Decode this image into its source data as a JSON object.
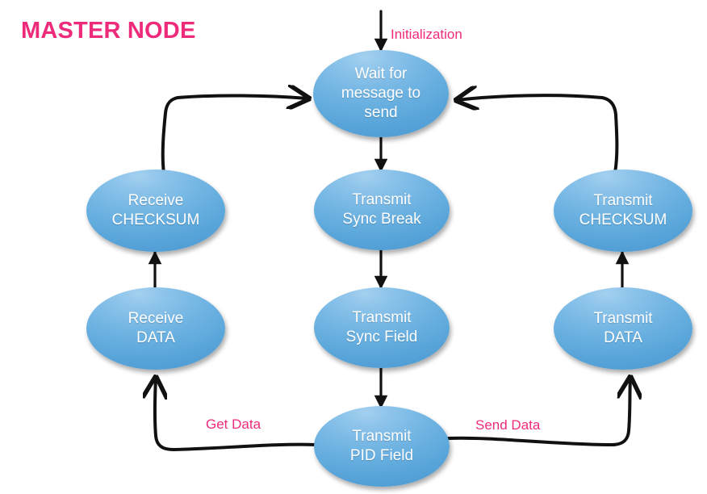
{
  "diagram": {
    "title": "MASTER NODE",
    "accent_color": "#EE2A7B",
    "node_fill_light": "#8CC3EA",
    "node_fill_dark": "#4E97CF",
    "node_text_color": "#FFFFFF",
    "edge_color": "#000000",
    "background": "#FFFFFF",
    "type": "flowchart"
  },
  "nodes": [
    {
      "id": "wait",
      "label_line1": "Wait for",
      "label_line2": "message to",
      "label_line3": "send"
    },
    {
      "id": "rx_checksum",
      "label_line1": "Receive",
      "label_line2": "CHECKSUM"
    },
    {
      "id": "rx_data",
      "label_line1": "Receive",
      "label_line2": "DATA"
    },
    {
      "id": "tx_syncbreak",
      "label_line1": "Transmit",
      "label_line2": "Sync Break"
    },
    {
      "id": "tx_syncfield",
      "label_line1": "Transmit",
      "label_line2": "Sync Field"
    },
    {
      "id": "tx_pidfield",
      "label_line1": "Transmit",
      "label_line2": "PID Field"
    },
    {
      "id": "tx_checksum",
      "label_line1": "Transmit",
      "label_line2": "CHECKSUM"
    },
    {
      "id": "tx_data",
      "label_line1": "Transmit",
      "label_line2": "DATA"
    }
  ],
  "edge_labels": {
    "initialization": "Initialization",
    "get_data": "Get Data",
    "send_data": "Send Data"
  },
  "edges": [
    {
      "from": "start",
      "to": "wait",
      "label": "Initialization"
    },
    {
      "from": "wait",
      "to": "tx_syncbreak",
      "label": ""
    },
    {
      "from": "tx_syncbreak",
      "to": "tx_syncfield",
      "label": ""
    },
    {
      "from": "tx_syncfield",
      "to": "tx_pidfield",
      "label": ""
    },
    {
      "from": "tx_pidfield",
      "to": "rx_data",
      "label": "Get Data"
    },
    {
      "from": "rx_data",
      "to": "rx_checksum",
      "label": ""
    },
    {
      "from": "rx_checksum",
      "to": "wait",
      "label": ""
    },
    {
      "from": "tx_pidfield",
      "to": "tx_data",
      "label": "Send Data"
    },
    {
      "from": "tx_data",
      "to": "tx_checksum",
      "label": ""
    },
    {
      "from": "tx_checksum",
      "to": "wait",
      "label": ""
    }
  ]
}
